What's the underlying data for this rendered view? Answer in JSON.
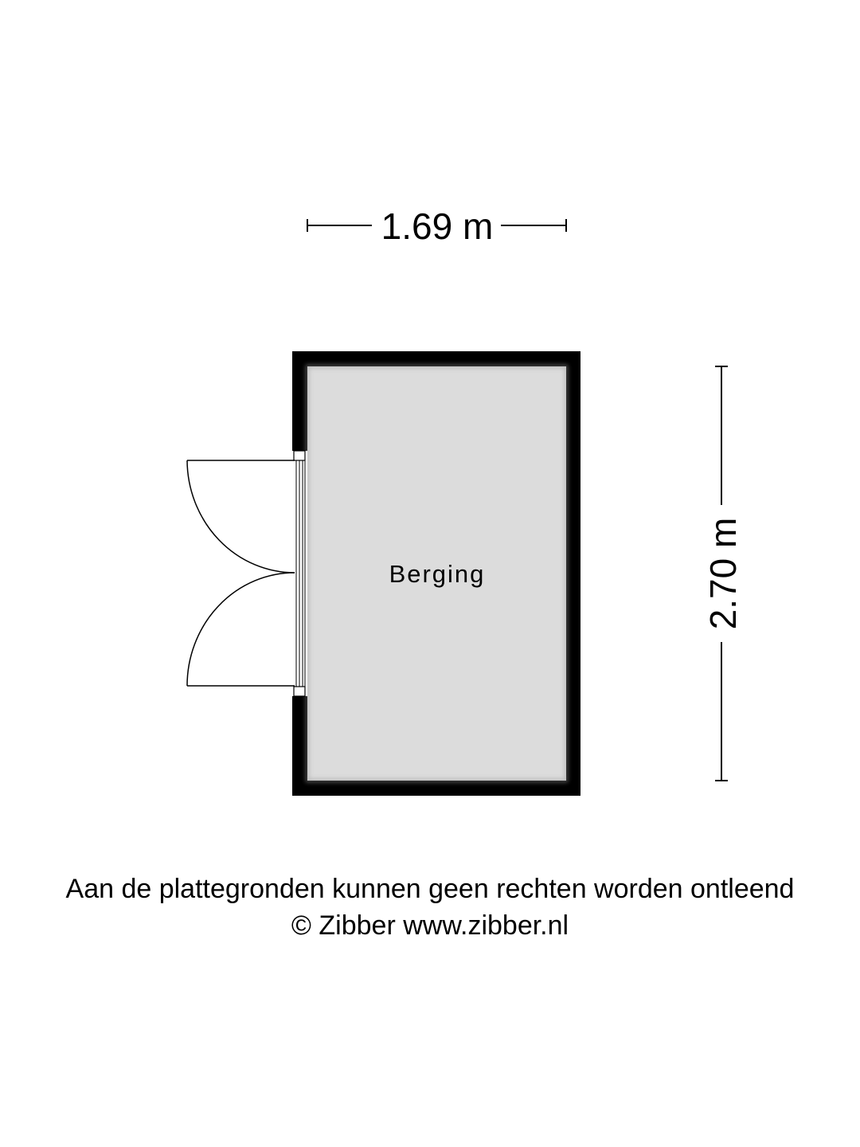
{
  "floorplan": {
    "width_label": "1.69 m",
    "depth_label": "2.70 m",
    "room": {
      "name": "Berging"
    },
    "colors": {
      "wall": "#000000",
      "floor": "#dcdcdc",
      "line": "#000000"
    }
  },
  "footer": {
    "disclaimer": "Aan de plattegronden kunnen geen rechten worden ontleend",
    "credit": "© Zibber www.zibber.nl"
  }
}
